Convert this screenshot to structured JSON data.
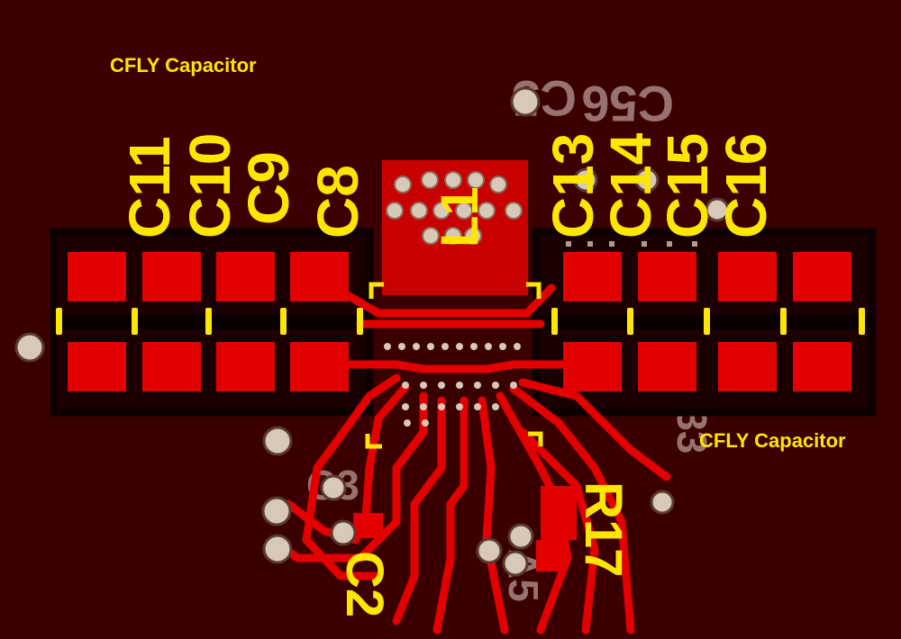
{
  "annotations": {
    "cfly_left": "CFLY Capacitor",
    "cfly_right": "CFLY Capacitor"
  },
  "silkscreen": {
    "c11": "C11",
    "c10": "C10",
    "c9": "C9",
    "c8": "C8",
    "c13": "C13",
    "c14": "C14",
    "c15": "C15",
    "c16": "C16",
    "l1": "L1",
    "r17": "R17",
    "c2": "C2",
    "c3": "C3",
    "c33": "C33",
    "c5": "C5",
    "c56": "C56",
    "a5": "A5"
  },
  "colors": {
    "board": "#3a0000",
    "copper": "#e30000",
    "outline": "#0d0000",
    "silkscreen": "#ffe600",
    "faded_silk": "#e6d2c8",
    "via": "#d8c8b8"
  }
}
